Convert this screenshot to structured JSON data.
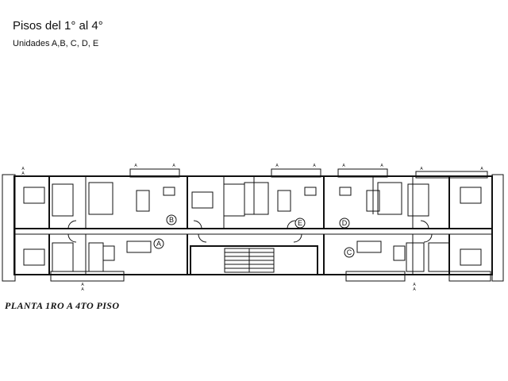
{
  "header": {
    "title": "Pisos del 1° al 4°",
    "subtitle": "Unidades A,B, C, D, E"
  },
  "plan": {
    "caption": "PLANTA 1RO A 4TO PISO",
    "unit_labels": [
      "A",
      "B",
      "C",
      "D",
      "E"
    ],
    "section_mark": "A"
  },
  "colors": {
    "line": "#111111",
    "background": "#ffffff"
  }
}
